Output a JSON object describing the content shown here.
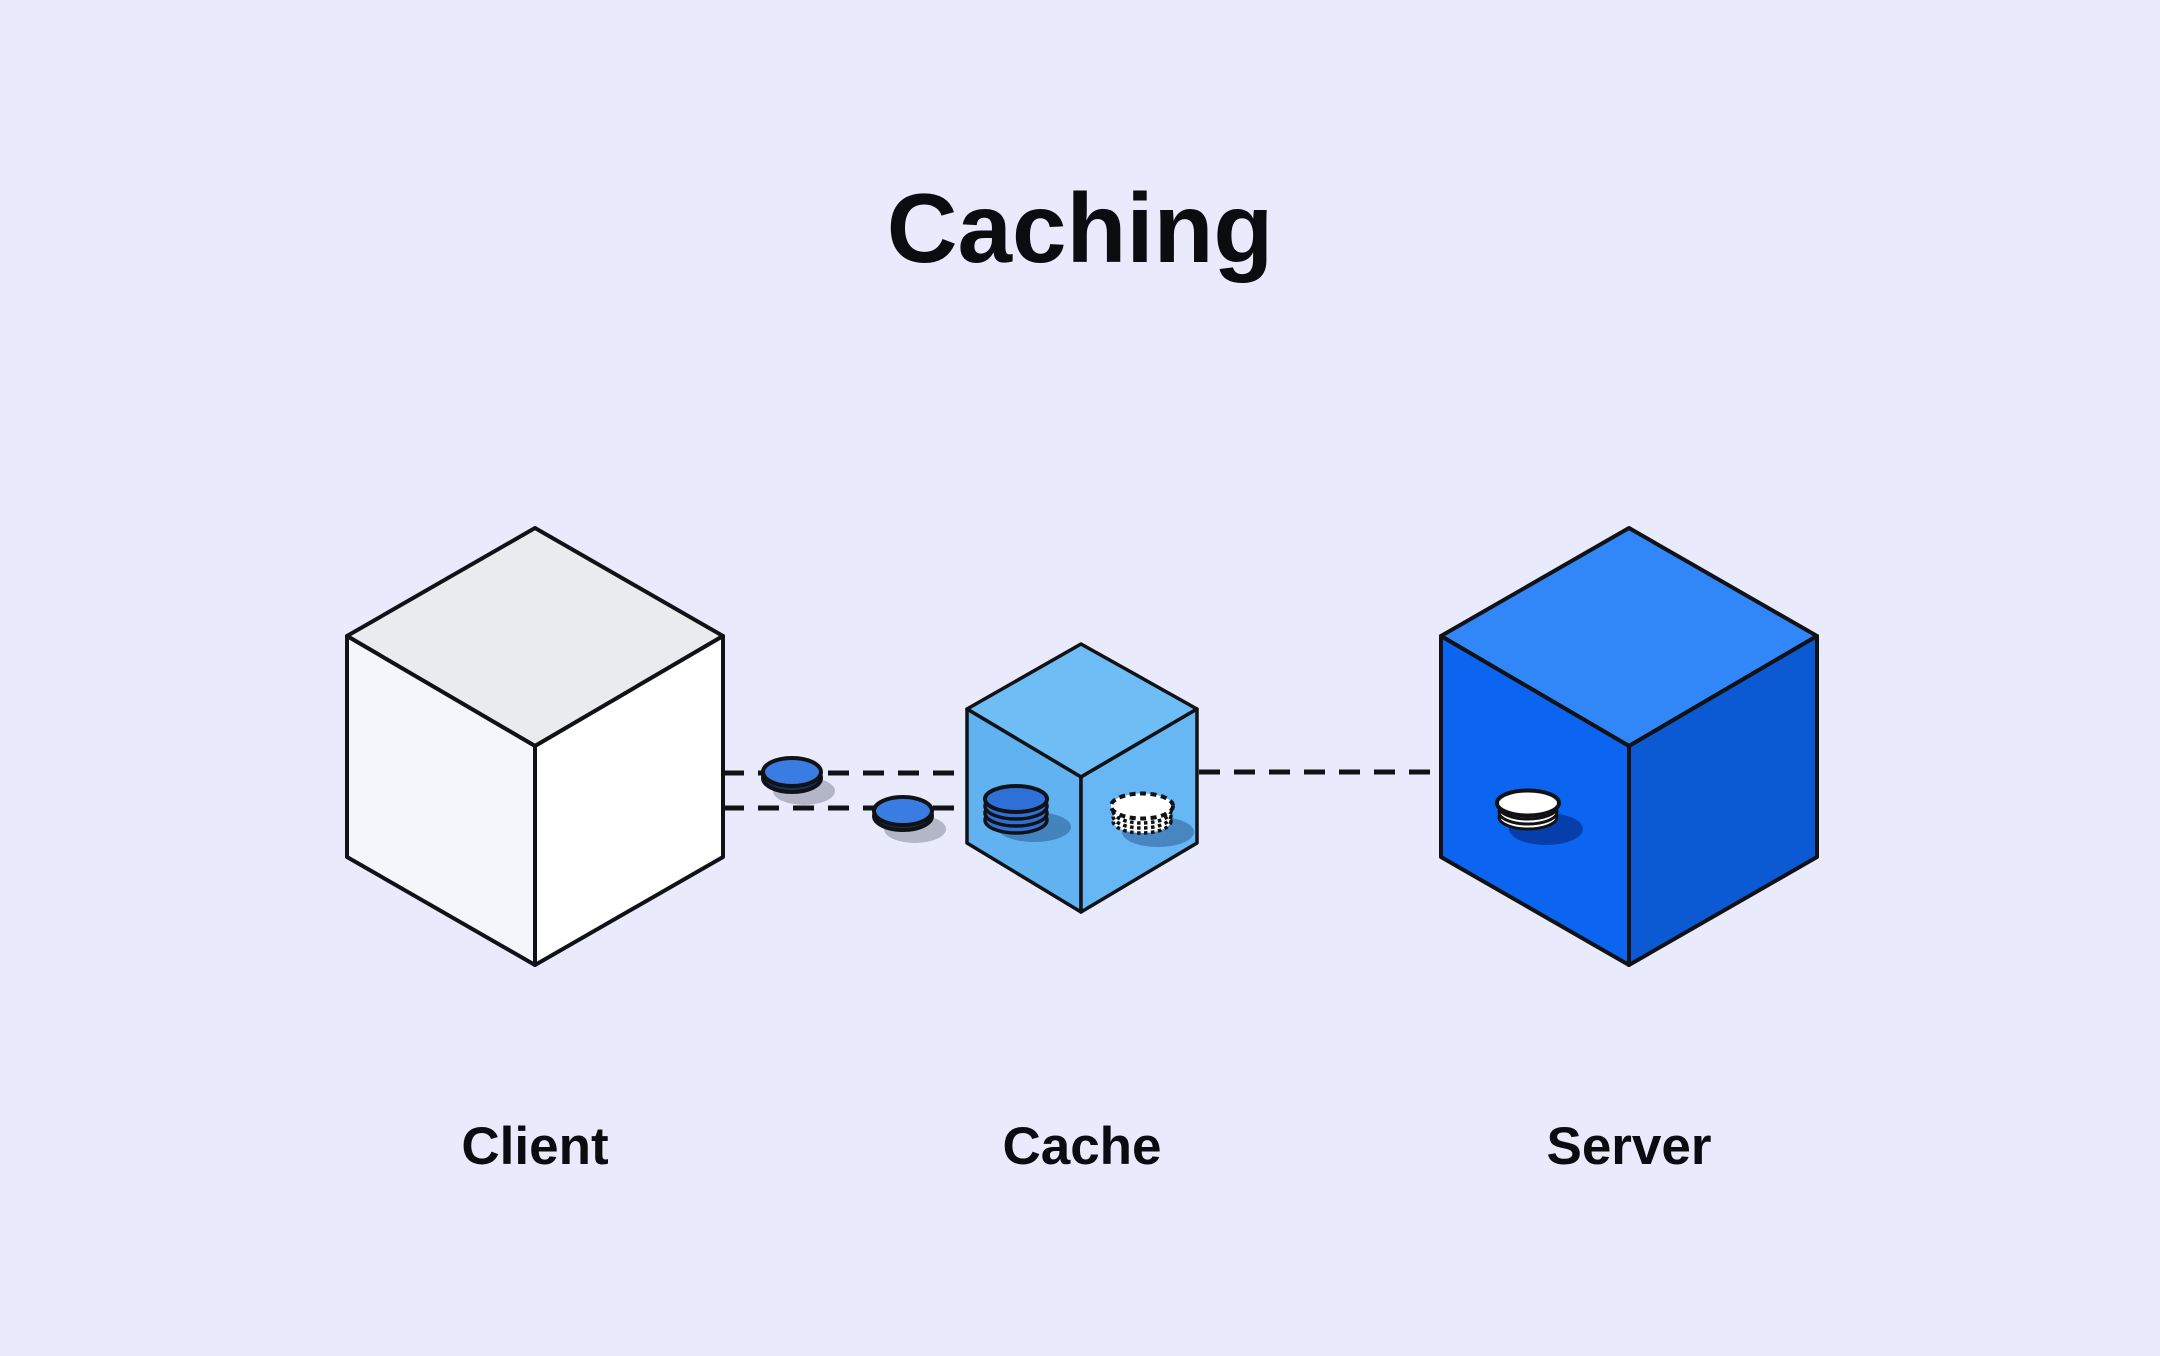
{
  "title": "Caching",
  "background": "#e9ebfc",
  "text_color": "#0b0c10",
  "outline_color": "#101216",
  "nodes": [
    {
      "id": "client",
      "label": "Client",
      "colors": {
        "top": "#eaebee",
        "left": "#f4f6fc",
        "right": "#ffffff"
      }
    },
    {
      "id": "cache",
      "label": "Cache",
      "colors": {
        "top": "#6fbdf5",
        "left": "#60b2f0",
        "right": "#66b7f3"
      }
    },
    {
      "id": "server",
      "label": "Server",
      "colors": {
        "top": "#3186f8",
        "left": "#0b65f0",
        "right": "#0c59d4"
      }
    }
  ],
  "connections": [
    {
      "from": "client",
      "to": "cache",
      "style": "dashed",
      "line_count": 2
    },
    {
      "from": "cache",
      "to": "server",
      "style": "dashed",
      "line_count": 1
    }
  ],
  "icons": {
    "data_disc": {
      "name": "data-disc-icon",
      "fill": "#3a7de2",
      "rim": "#16335f",
      "shadow": "#b3b6c6"
    },
    "cached_stack": {
      "name": "cached-data-stack-icon",
      "fill": "#2e6fd8"
    },
    "ghost_disc": {
      "name": "ghost-data-disc-icon",
      "fill": "#ffffff"
    },
    "stored_disc": {
      "name": "stored-data-disc-icon",
      "fill": "#ffffff"
    }
  }
}
